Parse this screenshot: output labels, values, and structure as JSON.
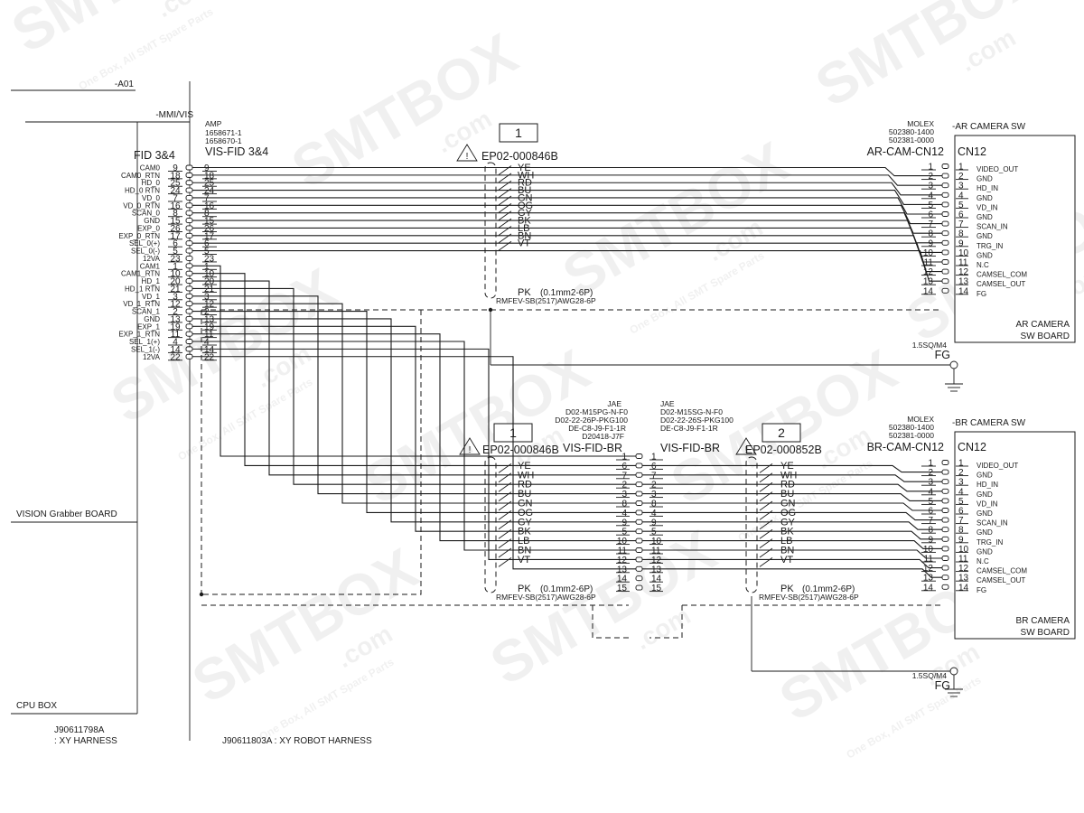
{
  "left_system": {
    "bus_a01": "-A01",
    "bus_mmi": "-MMI/VIS",
    "vision_board_label": "VISION Grabber BOARD",
    "cpu_box_label": "CPU BOX",
    "harness_part": "J90611798A",
    "harness_name": ": XY HARNESS"
  },
  "robot_harness": "J90611803A : XY ROBOT HARNESS",
  "fid": {
    "title": "FID 3&4",
    "rows": [
      {
        "signal": "CAM0",
        "pin": "9"
      },
      {
        "signal": "CAM0_RTN",
        "pin": "18"
      },
      {
        "signal": "HD_0",
        "pin": "25"
      },
      {
        "signal": "HD_0 RTN",
        "pin": "24"
      },
      {
        "signal": "VD_0",
        "pin": "7"
      },
      {
        "signal": "VD_0_RTN",
        "pin": "16"
      },
      {
        "signal": "SCAN_0",
        "pin": "8"
      },
      {
        "signal": "GND",
        "pin": "15"
      },
      {
        "signal": "EXP_0",
        "pin": "26"
      },
      {
        "signal": "EXP_0_RTN",
        "pin": "17"
      },
      {
        "signal": "SEL_0(+)",
        "pin": "6"
      },
      {
        "signal": "SEL_0(-)",
        "pin": "5"
      },
      {
        "signal": "12VA",
        "pin": "23"
      },
      {
        "signal": "CAM1",
        "pin": "1"
      },
      {
        "signal": "CAM1_RTN",
        "pin": "10"
      },
      {
        "signal": "HD_1",
        "pin": "20"
      },
      {
        "signal": "HD_1 RTN",
        "pin": "21"
      },
      {
        "signal": "VD_1",
        "pin": "3"
      },
      {
        "signal": "VD_1_RTN",
        "pin": "12"
      },
      {
        "signal": "SCAN_1",
        "pin": "2"
      },
      {
        "signal": "GND",
        "pin": "13"
      },
      {
        "signal": "EXP_1",
        "pin": "19"
      },
      {
        "signal": "EXP_1_RTN",
        "pin": "11"
      },
      {
        "signal": "SEL_1(+)",
        "pin": "4"
      },
      {
        "signal": "SEL_1(-)",
        "pin": "14"
      },
      {
        "signal": "12VA",
        "pin": "22"
      }
    ]
  },
  "vis_fid": {
    "maker": "AMP",
    "part1": "1658671-1",
    "part2": "1658670-1",
    "title": "VIS-FID 3&4",
    "pins": [
      "9",
      "18",
      "25",
      "24",
      "7",
      "16",
      "8",
      "15",
      "26",
      "17",
      "6",
      "5",
      "23",
      "1",
      "10",
      "20",
      "21",
      "3",
      "12",
      "2",
      "13",
      "19",
      "11",
      "4",
      "14",
      "22"
    ]
  },
  "cable_top": {
    "index": "1",
    "part": "EP02-000846B",
    "colors": [
      "YE",
      "WH",
      "RD",
      "BU",
      "GN",
      "OG",
      "GY",
      "BK",
      "LB",
      "BN",
      "VT"
    ],
    "pk": "PK",
    "spec": "(0.1mm2-6P)",
    "spec2": "RMFEV-SB(2517)AWG28-6P"
  },
  "ar_connector": {
    "maker": "MOLEX",
    "part1": "502380-1400",
    "part2": "502381-0000",
    "title": "AR-CAM-CN12",
    "pins": [
      "1",
      "2",
      "3",
      "4",
      "5",
      "6",
      "7",
      "8",
      "9",
      "10",
      "11",
      "12",
      "13",
      "14"
    ]
  },
  "ar_board": {
    "header": "-AR CAMERA SW",
    "cn": "CN12",
    "signals": [
      "VIDEO_OUT",
      "GND",
      "HD_IN",
      "GND",
      "VD_IN",
      "GND",
      "SCAN_IN",
      "GND",
      "TRG_IN",
      "GND",
      "N.C",
      "CAMSEL_COM",
      "CAMSEL_OUT",
      "FG"
    ],
    "name_line1": "AR CAMERA",
    "name_line2": "SW BOARD"
  },
  "fg_top": {
    "wire": "1.5SQ/M4",
    "label": "FG"
  },
  "vis_fid_br_left": {
    "maker": "JAE",
    "part1": "D02-M15PG-N-F0",
    "part2": "D02-22-26P-PKG100",
    "part3": "DE-C8-J9-F1-1R",
    "part4": "D20418-J7F",
    "title": "VIS-FID-BR",
    "pins": [
      "1",
      "6",
      "7",
      "2",
      "3",
      "8",
      "4",
      "9",
      "5",
      "10",
      "11",
      "12",
      "13",
      "14",
      "15"
    ]
  },
  "vis_fid_br_right": {
    "maker": "JAE",
    "part1": "D02-M15SG-N-F0",
    "part2": "D02-22-26S-PKG100",
    "part3": "DE-C8-J9-F1-1R",
    "title": "VIS-FID-BR",
    "pins": [
      "1",
      "6",
      "7",
      "2",
      "3",
      "8",
      "4",
      "9",
      "5",
      "10",
      "11",
      "12",
      "13",
      "14",
      "15"
    ]
  },
  "cable_mid": {
    "index": "1",
    "part": "EP02-000846B",
    "colors": [
      "YE",
      "WH",
      "RD",
      "BU",
      "GN",
      "OG",
      "GY",
      "BK",
      "LB",
      "BN",
      "VT"
    ],
    "pk": "PK",
    "spec": "(0.1mm2-6P)",
    "spec2": "RMFEV-SB(2517)AWG28-6P"
  },
  "cable_right": {
    "index": "2",
    "part": "EP02-000852B",
    "colors": [
      "YE",
      "WH",
      "RD",
      "BU",
      "GN",
      "OG",
      "GY",
      "BK",
      "LB",
      "BN",
      "VT"
    ],
    "pk": "PK",
    "spec": "(0.1mm2-6P)",
    "spec2": "RMFEV-SB(2517)AWG28-6P"
  },
  "br_connector": {
    "maker": "MOLEX",
    "part1": "502380-1400",
    "part2": "502381-0000",
    "title": "BR-CAM-CN12",
    "pins": [
      "1",
      "2",
      "3",
      "4",
      "5",
      "6",
      "7",
      "8",
      "9",
      "10",
      "11",
      "12",
      "13",
      "14"
    ]
  },
  "br_board": {
    "header": "-BR CAMERA SW",
    "cn": "CN12",
    "signals": [
      "VIDEO_OUT",
      "GND",
      "HD_IN",
      "GND",
      "VD_IN",
      "GND",
      "SCAN_IN",
      "GND",
      "TRG_IN",
      "GND",
      "N.C",
      "CAMSEL_COM",
      "CAMSEL_OUT",
      "FG"
    ],
    "name_line1": "BR CAMERA",
    "name_line2": "SW BOARD"
  },
  "fg_bottom": {
    "wire": "1.5SQ/M4",
    "label": "FG"
  },
  "watermark": {
    "brand": "SMTBOX",
    "domain": ".com",
    "tagline": "One Box, All SMT Spare Parts"
  }
}
